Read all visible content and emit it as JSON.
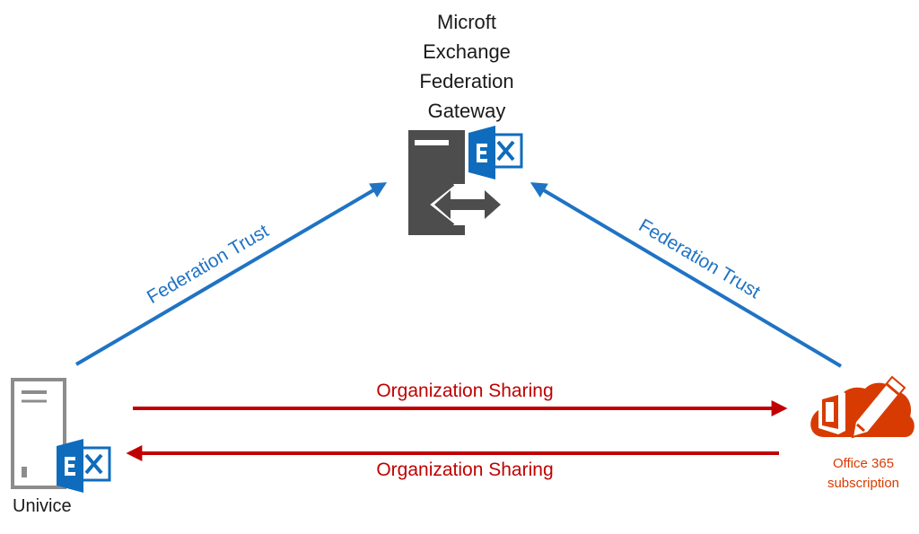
{
  "gateway": {
    "title_lines": [
      "Microft",
      "Exchange",
      "Federation",
      "Gateway"
    ]
  },
  "onprem": {
    "label": "Univice"
  },
  "office365": {
    "label_lines": [
      "Office 365",
      "subscription"
    ]
  },
  "links": {
    "federation_left": "Federation Trust",
    "federation_right": "Federation Trust",
    "sharing_top": "Organization Sharing",
    "sharing_bottom": "Organization Sharing"
  },
  "icons": {
    "gateway_server": "server-sync-icon",
    "exchange_badge": "exchange-logo-icon",
    "onprem_server": "server-tower-icon",
    "office365": "office365-cloud-icon"
  },
  "colors": {
    "federation": "#1f73c4",
    "sharing": "#c00000",
    "office": "#d83b01",
    "exchange": "#0f6cbd",
    "server_dark": "#4d4d4d",
    "server_light": "#8c8c8c"
  }
}
